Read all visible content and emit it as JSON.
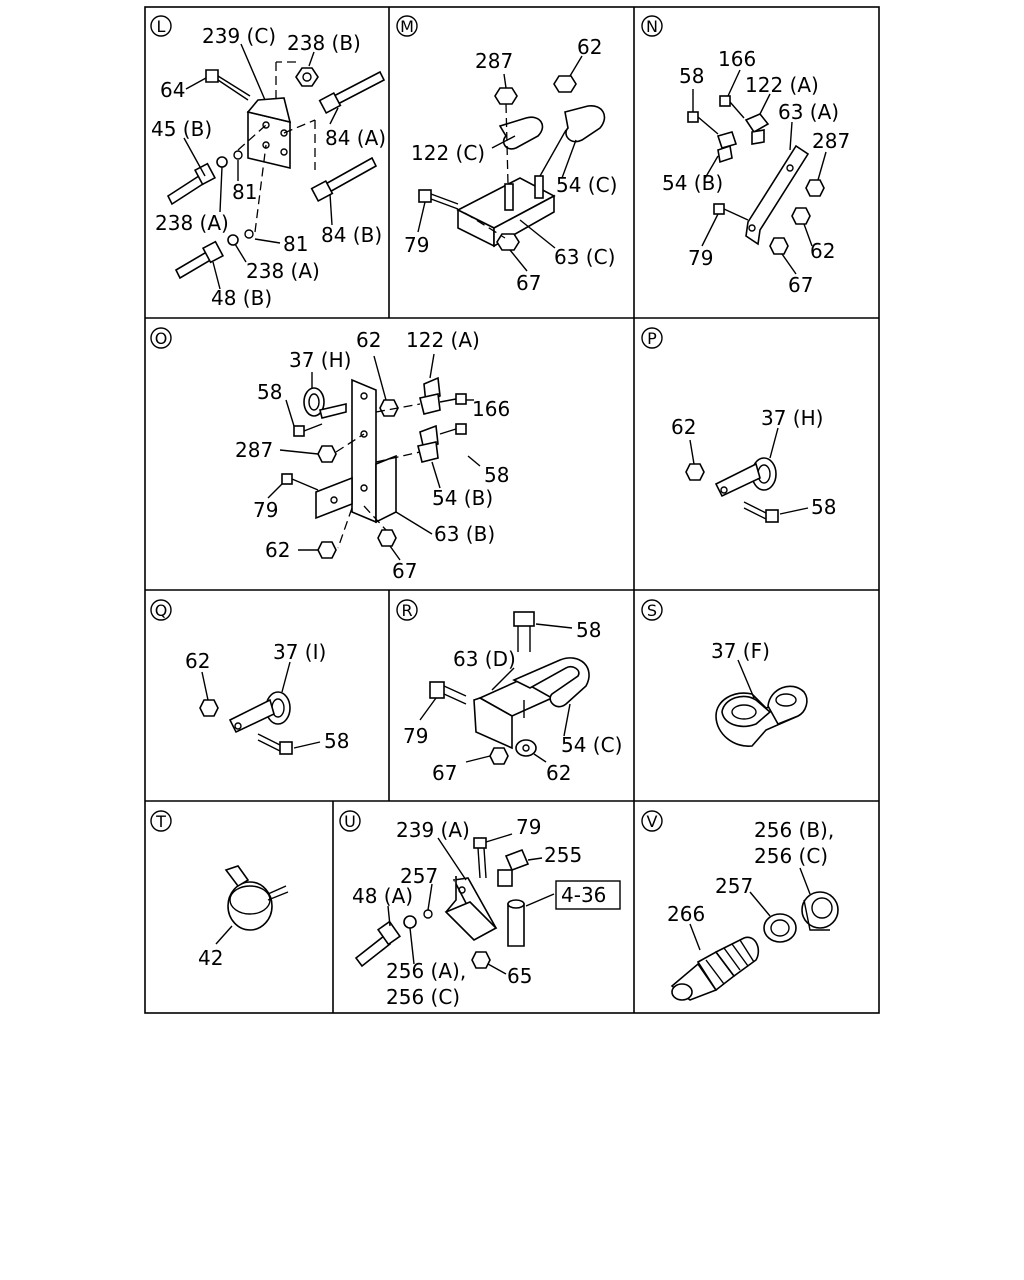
{
  "panels": [
    {
      "id": "L",
      "labels": [
        "239 (C)",
        "238 (B)",
        "64",
        "45 (B)",
        "84 (A)",
        "81",
        "238 (A)",
        "84 (B)",
        "81",
        "238 (A)",
        "48 (B)"
      ]
    },
    {
      "id": "M",
      "labels": [
        "287",
        "62",
        "122 (C)",
        "54 (C)",
        "79",
        "63 (C)",
        "67"
      ]
    },
    {
      "id": "N",
      "labels": [
        "58",
        "166",
        "122 (A)",
        "63 (A)",
        "287",
        "54 (B)",
        "79",
        "62",
        "67"
      ]
    },
    {
      "id": "O",
      "labels": [
        "62",
        "122 (A)",
        "37 (H)",
        "58",
        "166",
        "287",
        "58",
        "54 (B)",
        "79",
        "63 (B)",
        "62",
        "67"
      ]
    },
    {
      "id": "P",
      "labels": [
        "62",
        "37 (H)",
        "58"
      ]
    },
    {
      "id": "Q",
      "labels": [
        "62",
        "37 (I)",
        "58"
      ]
    },
    {
      "id": "R",
      "labels": [
        "58",
        "63 (D)",
        "79",
        "54 (C)",
        "67",
        "62"
      ]
    },
    {
      "id": "S",
      "labels": [
        "37 (F)"
      ]
    },
    {
      "id": "T",
      "labels": [
        "42"
      ]
    },
    {
      "id": "U",
      "labels": [
        "239 (A)",
        "79",
        "255",
        "257",
        "48 (A)",
        "4-36",
        "256 (A),",
        "256 (C)",
        "65"
      ]
    },
    {
      "id": "V",
      "labels": [
        "256 (B),",
        "256 (C)",
        "257",
        "266"
      ]
    }
  ]
}
